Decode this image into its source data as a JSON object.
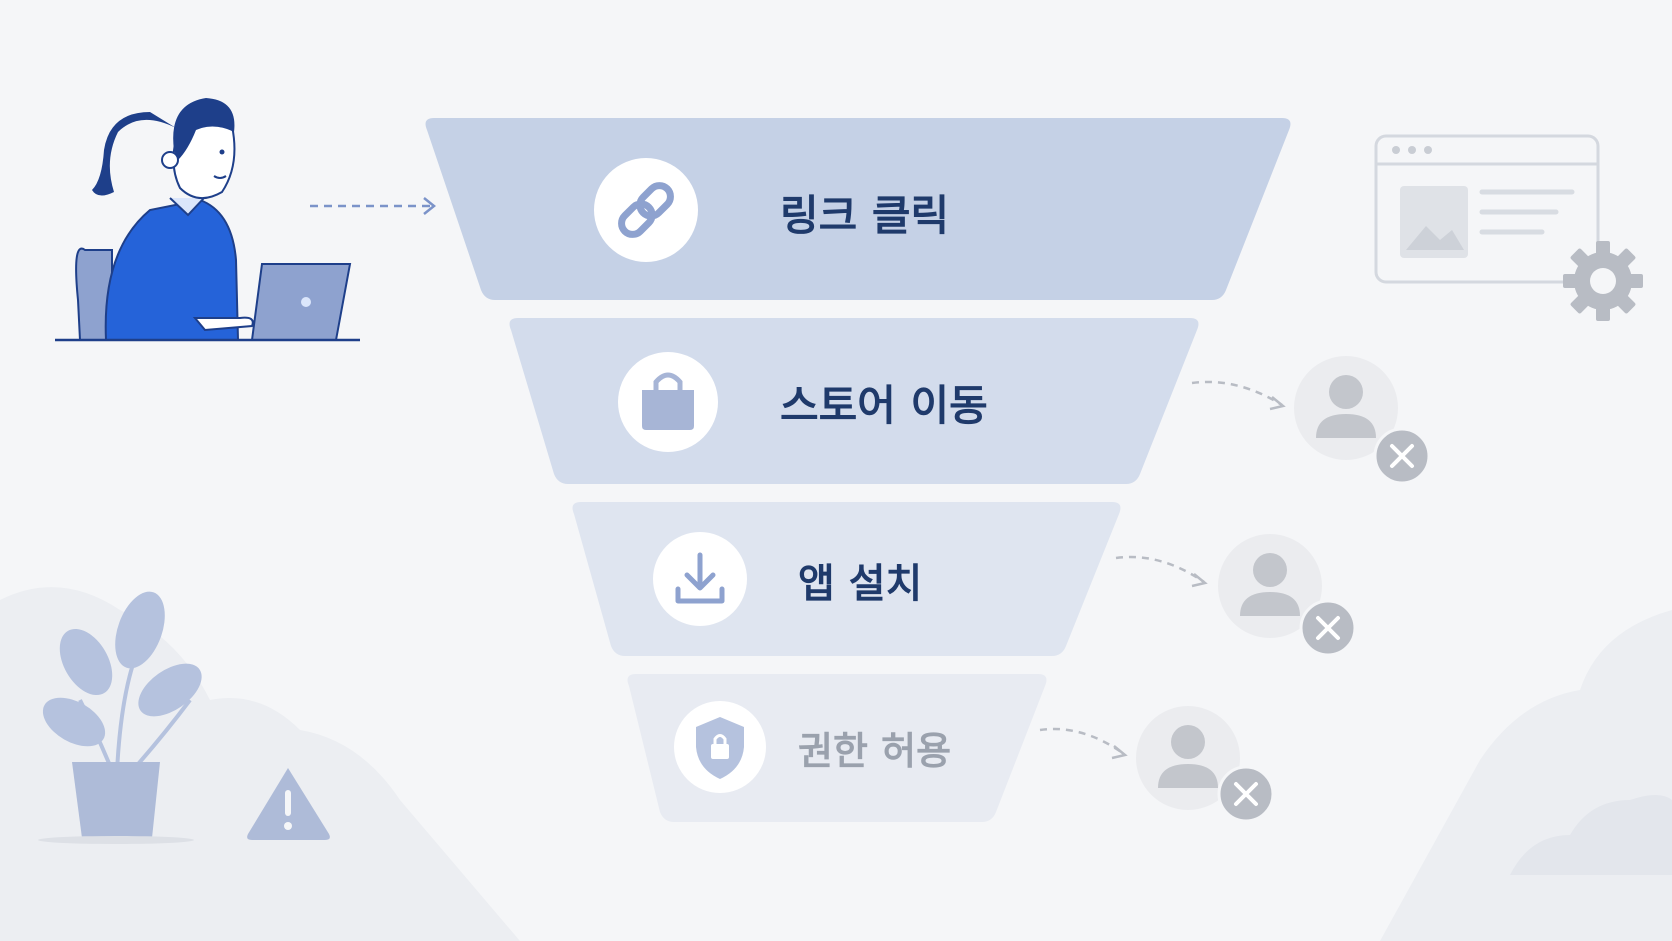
{
  "funnel": {
    "stages": [
      {
        "label": "링크 클릭",
        "icon": "link-icon",
        "fill": "#c5d1e6",
        "text_color": "#1f3a6b"
      },
      {
        "label": "스토어 이동",
        "icon": "shopping-bag-icon",
        "fill": "#d3dcec",
        "text_color": "#1f3a6b"
      },
      {
        "label": "앱 설치",
        "icon": "download-icon",
        "fill": "#dfe5f0",
        "text_color": "#1f3a6b"
      },
      {
        "label": "권한 허용",
        "icon": "shield-lock-icon",
        "fill": "#e8ebf2",
        "text_color": "#9aa1ad"
      }
    ]
  },
  "colors": {
    "background": "#f5f6f8",
    "accent_blue": "#2563d9",
    "soft_blue": "#8ea2cf",
    "dropoff_gray": "#b8bcc4"
  },
  "icons": {
    "user": "woman-at-laptop-illustration",
    "browser": "browser-window-icon",
    "settings": "gear-icon",
    "dropoff_user": "user-icon",
    "dropoff_mark": "close-icon",
    "warning": "warning-icon",
    "plant": "potted-plant-illustration"
  }
}
